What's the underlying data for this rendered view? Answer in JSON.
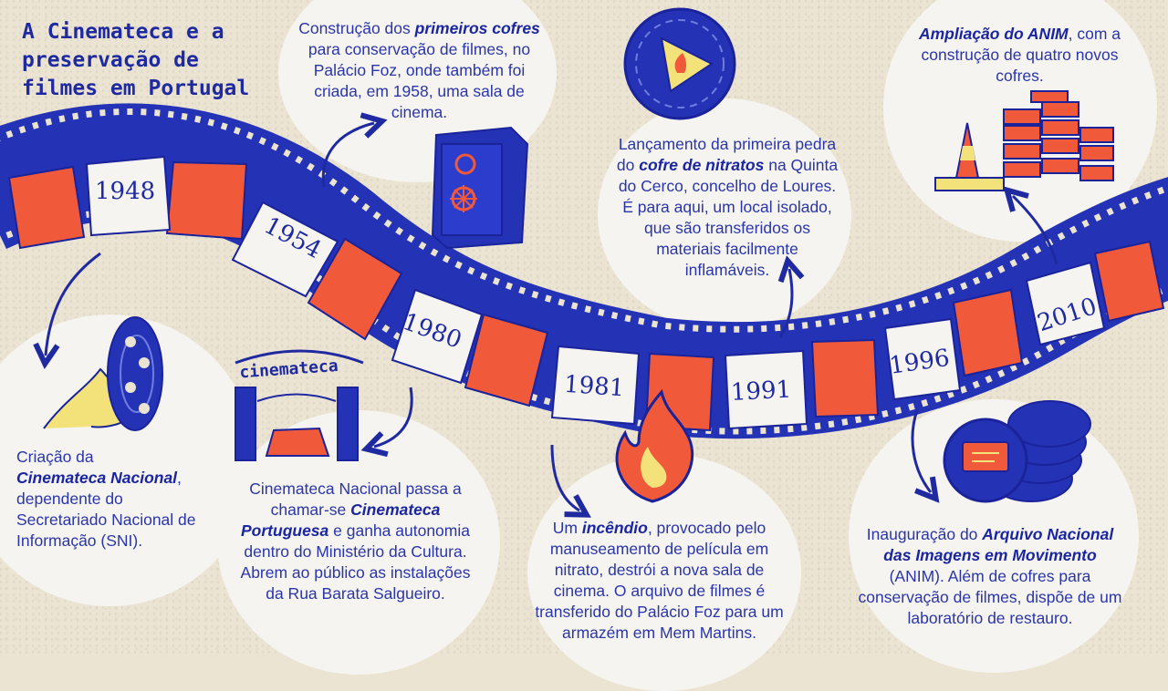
{
  "title": "A Cinemateca e a preservação de filmes em Portugal",
  "colors": {
    "blue": "#2433b5",
    "orange": "#f05a3a",
    "cream": "#ece4d3",
    "bubble": "#f6f4f0",
    "yellow": "#f3e27a"
  },
  "years": [
    "1948",
    "1954",
    "1980",
    "1981",
    "1991",
    "1996",
    "2010"
  ],
  "events": {
    "e1948": {
      "pre": "Criação da",
      "strong": "Cinemateca Nacional",
      "post": ", dependente do Secretariado Nacional de Informação (SNI)."
    },
    "e1954": {
      "pre": "Construção dos ",
      "strong": "primeiros cofres",
      "post": " para conservação de filmes, no Palácio Foz, onde também foi criada, em 1958, uma sala de cinema."
    },
    "e1980": {
      "pre": "Cinemateca Nacional passa a chamar-se ",
      "strong": "Cinemateca Portuguesa",
      "post": " e ganha autonomia dentro do Ministério da Cultura. Abrem ao público as instalações da Rua Barata Salgueiro."
    },
    "e1981": {
      "pre": "Um ",
      "strong": "incêndio",
      "post": ", provocado pelo manuseamento de película em nitrato, destrói a nova sala de cinema. O arquivo de filmes é transferido do Palácio Foz para um armazém em Mem Martins."
    },
    "e1991": {
      "pre": "Lançamento da primeira pedra do ",
      "strong": "cofre de nitratos",
      "post": " na Quinta do Cerco, concelho de Loures. É para aqui, um local isolado, que são transferidos os materiais facilmente inflamáveis."
    },
    "e1996": {
      "pre": "Inauguração do ",
      "strong": "Arquivo Nacional das Imagens em Movimento",
      "post": " (ANIM). Além de cofres para conservação de filmes, dispõe de um laboratório de restauro."
    },
    "e2010": {
      "pre": "",
      "strong": "Ampliação do ANIM",
      "post": ", com a construção de quatro novos cofres."
    }
  },
  "sign_text": "cinemateca",
  "icons": [
    "film-reel-icon",
    "cinemateca-gate-icon",
    "safe-icon",
    "flame-icon",
    "nitrate-canister-icon",
    "film-cans-stack-icon",
    "traffic-cone-icon",
    "bricks-icon"
  ]
}
